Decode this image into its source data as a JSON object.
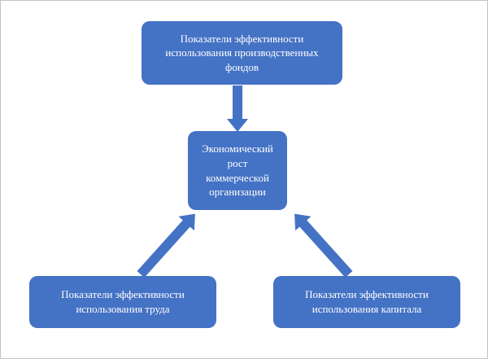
{
  "diagram": {
    "title": "Economic growth factors diagram",
    "nodes": {
      "top": {
        "label": "Показатели эффективности использования производственных фондов"
      },
      "center": {
        "label": "Экономический рост коммерческой организации"
      },
      "bottom_left": {
        "label": "Показатели эффективности использования труда"
      },
      "bottom_right": {
        "label": "Показатели эффективности использования капитала"
      }
    },
    "arrows": [
      {
        "name": "top-to-center",
        "direction": "down"
      },
      {
        "name": "bottom-left-to-center",
        "direction": "up-right"
      },
      {
        "name": "bottom-right-to-center",
        "direction": "up-left"
      }
    ],
    "colors": {
      "node_fill": "#4472C4",
      "node_text": "#FFFFFF",
      "arrow_fill": "#4472C4",
      "background": "#FFFFFF",
      "border": "#C3C3C3"
    }
  }
}
